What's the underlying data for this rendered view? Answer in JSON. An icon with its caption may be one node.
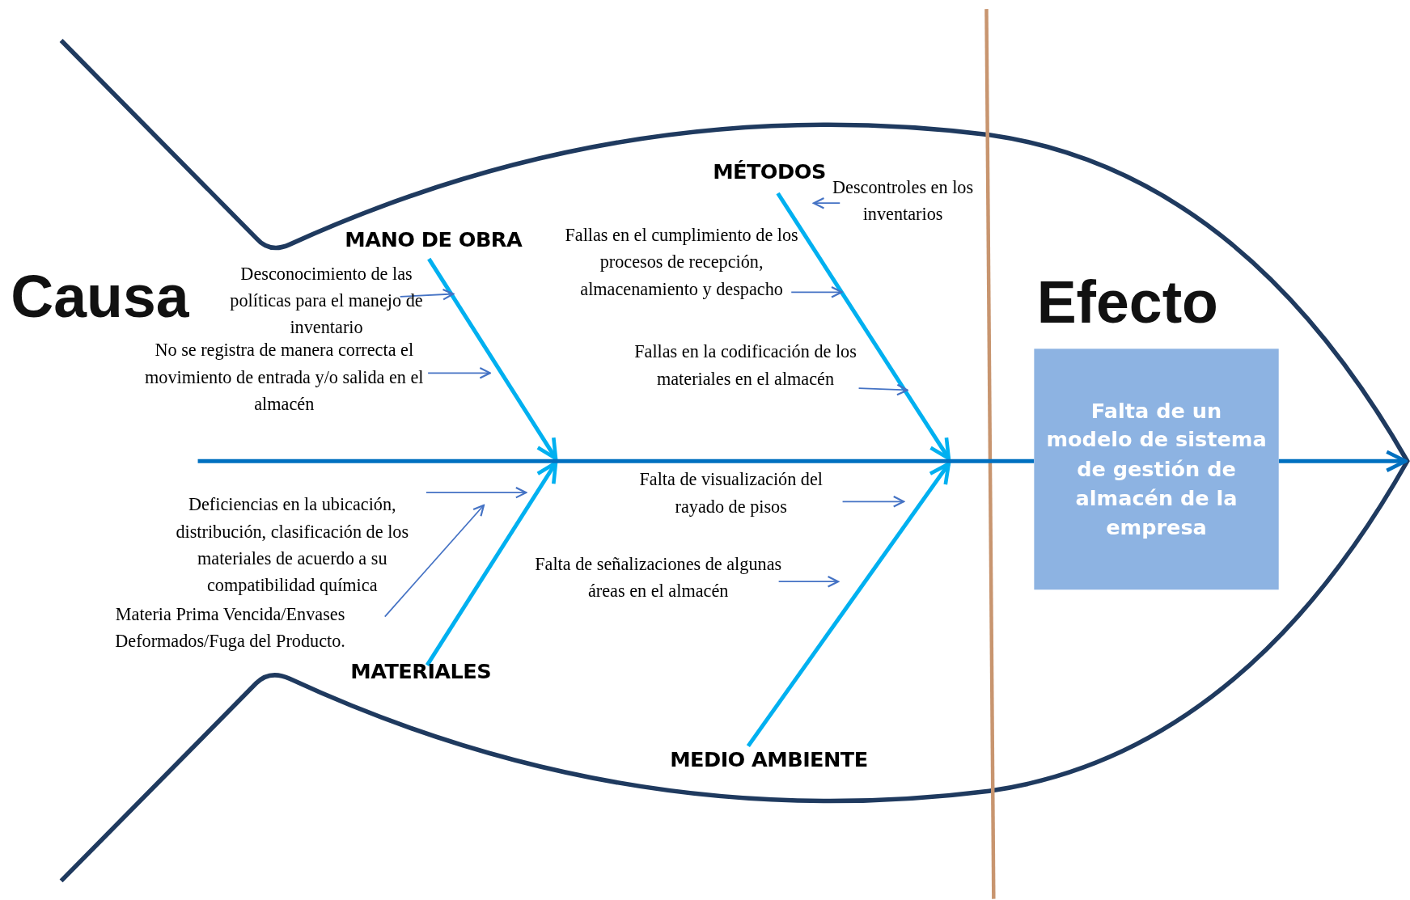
{
  "diagram": {
    "nodes": [
      {
        "text": [
          "MÉTODOS"
        ]
      },
      {
        "text": [
          "Descontroles en los inventarios"
        ]
      },
      {
        "text": [
          "MANO DE OBRA"
        ]
      },
      {
        "text": [
          "Fallas en el cumplimiento de los procesos de recepción, almacenamiento y despacho"
        ]
      },
      {
        "text": [
          "Desconocimiento de las políticas para el manejo de inventario"
        ]
      },
      {
        "text": [
          "Fallas en la codificación de los materiales en el almacén"
        ]
      },
      {
        "text": [
          "No se registra de manera correcta el movimiento de entrada y/o salida en el almacén"
        ]
      },
      {
        "text": [
          "Falta de un modelo de sistema de gestión de almacén de la empresa"
        ]
      },
      {
        "text": [
          "Deficiencias en la ubicación, distribución, clasificación de los materiales de acuerdo a su compatibilidad química"
        ]
      },
      {
        "text": [
          "Falta de visualización del rayado de pisos"
        ]
      },
      {
        "text": [
          "Falta de señalizaciones de algunas áreas en el almacén"
        ]
      },
      {
        "text": [
          "Materia Prima Vencida/Envases Deformados/Fuga del Producto."
        ]
      },
      {
        "text": [
          "MATERIALES"
        ]
      },
      {
        "text": [
          "MEDIO AMBIENTE"
        ]
      }
    ],
    "edges": [
      {
        "from": 0,
        "to": null,
        "arrow": "to",
        "style": "thick",
        "color": "#00b0f0"
      },
      {
        "from": 2,
        "to": null,
        "arrow": "to",
        "style": "thick",
        "color": "#00b0f0"
      },
      {
        "from": 12,
        "to": null,
        "arrow": "to",
        "style": "thick",
        "color": "#00b0f0"
      },
      {
        "from": 13,
        "to": null,
        "arrow": "to",
        "style": "thick",
        "color": "#00b0f0"
      },
      {
        "from": null,
        "to": 7,
        "arrow": "none",
        "style": "thick",
        "color": "#0070c0"
      },
      {
        "from": 7,
        "to": null,
        "arrow": "to",
        "style": "thick",
        "color": "#0070c0"
      },
      {
        "from": 1,
        "to": 0,
        "arrow": "to"
      },
      {
        "from": 3,
        "to": null,
        "arrow": "to"
      },
      {
        "from": 4,
        "to": null,
        "arrow": "to"
      },
      {
        "from": 5,
        "to": null,
        "arrow": "to"
      },
      {
        "from": 6,
        "to": null,
        "arrow": "to"
      },
      {
        "from": 8,
        "to": null,
        "arrow": "to"
      },
      {
        "from": 11,
        "to": null,
        "arrow": "to"
      },
      {
        "from": 9,
        "to": null,
        "arrow": "to"
      },
      {
        "from": 10,
        "to": null,
        "arrow": "to"
      }
    ],
    "labels": [
      "Causa",
      "Efecto"
    ]
  }
}
